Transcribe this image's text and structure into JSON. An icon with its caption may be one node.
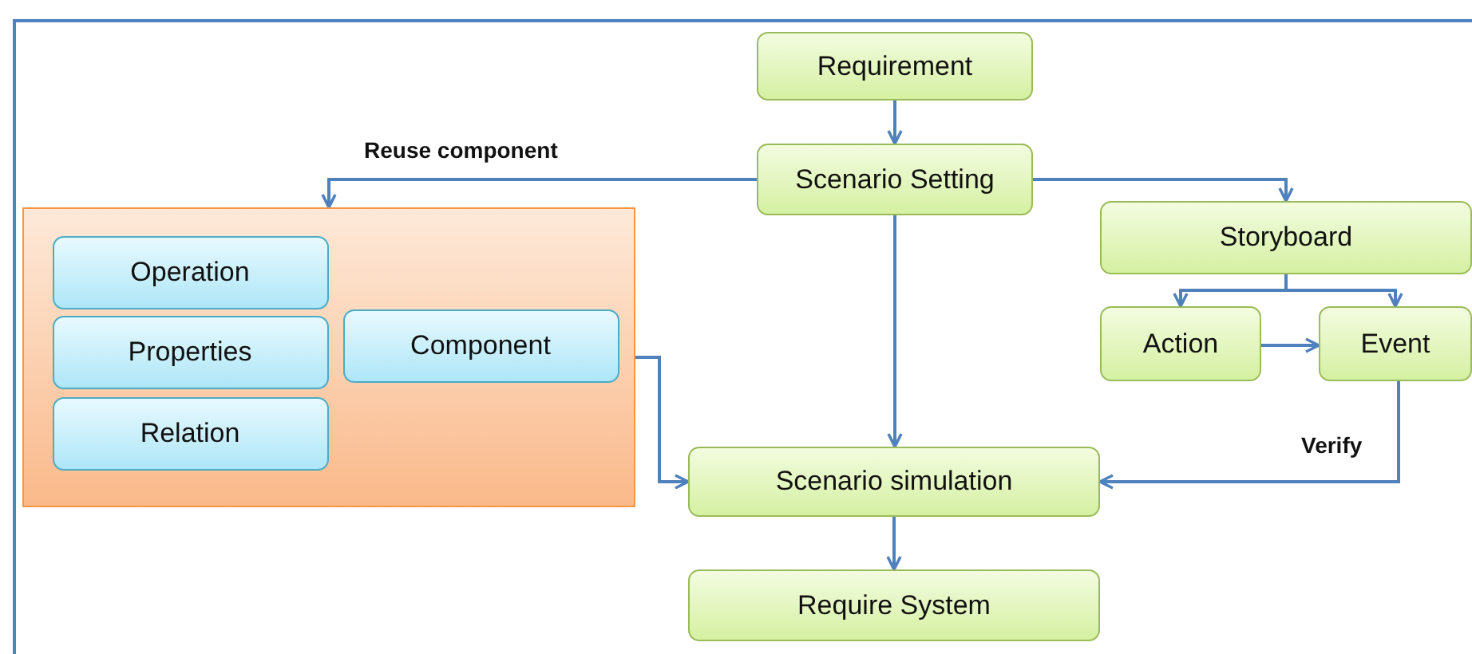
{
  "diagram": {
    "nodes": [
      {
        "text": [
          "Requirement"
        ]
      },
      {
        "text": [
          "Scenario Setting"
        ]
      },
      {
        "text": [],
        "shape": "box"
      },
      {
        "text": [
          "Operation"
        ],
        "in": 2
      },
      {
        "text": [
          "Properties"
        ],
        "in": 2
      },
      {
        "text": [
          "Relation"
        ],
        "in": 2
      },
      {
        "text": [
          "Component"
        ],
        "in": 2
      },
      {
        "text": [
          "Storyboard"
        ]
      },
      {
        "text": [
          "Action"
        ]
      },
      {
        "text": [
          "Event"
        ]
      },
      {
        "text": [
          "Scenario simulation"
        ]
      },
      {
        "text": [
          "Require System"
        ]
      }
    ],
    "edges": [
      {
        "from": 0,
        "to": 1,
        "arrow": "to"
      },
      {
        "from": 1,
        "to": 2,
        "arrow": "to",
        "label": "Reuse component"
      },
      {
        "from": 1,
        "to": 7,
        "arrow": "to"
      },
      {
        "from": 1,
        "to": 10,
        "arrow": "to"
      },
      {
        "from": 7,
        "to": 8,
        "arrow": "to"
      },
      {
        "from": 7,
        "to": 9,
        "arrow": "to"
      },
      {
        "from": 8,
        "to": 9,
        "arrow": "to"
      },
      {
        "from": 9,
        "to": 10,
        "arrow": "to",
        "label": "Verify"
      },
      {
        "from": 2,
        "to": 10,
        "arrow": "to"
      },
      {
        "from": 10,
        "to": 11,
        "arrow": "to"
      }
    ]
  }
}
